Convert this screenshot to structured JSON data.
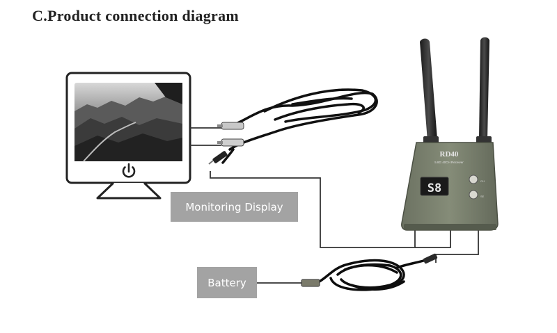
{
  "title": "C.Product connection diagram",
  "labels": {
    "monitoring_display": "Monitoring Display",
    "battery": "Battery"
  },
  "receiver": {
    "model": "RD40",
    "subtitle": "5.8G 40CH Receiver",
    "channel_display": "S8",
    "button_top": "CH",
    "button_bottom": "SE"
  },
  "icons": {
    "power": "power-icon"
  },
  "colors": {
    "receiver_body": "#7c8370",
    "label_box": "#a3a3a3",
    "line": "#333333"
  }
}
